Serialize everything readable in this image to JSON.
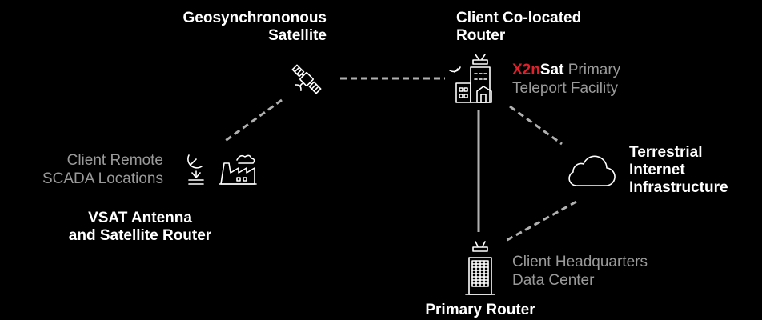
{
  "nodes": {
    "satellite": {
      "label_line1": "Geosynchrononous",
      "label_line2": "Satellite",
      "icon": "satellite-icon"
    },
    "colocated": {
      "label_line1": "Client Co-located",
      "label_line2": "Router",
      "icon": "building-router-icon"
    },
    "teleport": {
      "brand_a": "X2n",
      "brand_b": "Sat",
      "line1_rest": " Primary",
      "line2": "Teleport Facility",
      "brand_color": "#e0202a"
    },
    "remote": {
      "gray_line1": "Client Remote",
      "gray_line2": "SCADA Locations",
      "label_line1": "VSAT Antenna",
      "label_line2": "and Satellite Router",
      "icons": [
        "antenna-icon",
        "factory-icon"
      ]
    },
    "internet": {
      "label_line1": "Terrestrial",
      "label_line2": "Internet",
      "label_line3": "Infrastructure",
      "icon": "cloud-icon"
    },
    "hq": {
      "gray_line1": "Client Headquarters",
      "gray_line2": "Data Center",
      "label": "Primary Router",
      "icon": "office-tower-icon"
    }
  },
  "links": [
    {
      "from": "satellite",
      "to": "colocated",
      "style": "dashed"
    },
    {
      "from": "satellite",
      "to": "remote",
      "style": "dashed"
    },
    {
      "from": "colocated",
      "to": "hq",
      "style": "solid"
    },
    {
      "from": "colocated",
      "to": "internet",
      "style": "dashed"
    },
    {
      "from": "internet",
      "to": "hq",
      "style": "dashed"
    }
  ],
  "colors": {
    "background": "#000000",
    "text": "#ffffff",
    "secondary_text": "#9a9a9a",
    "link": "#b0b0b0"
  }
}
